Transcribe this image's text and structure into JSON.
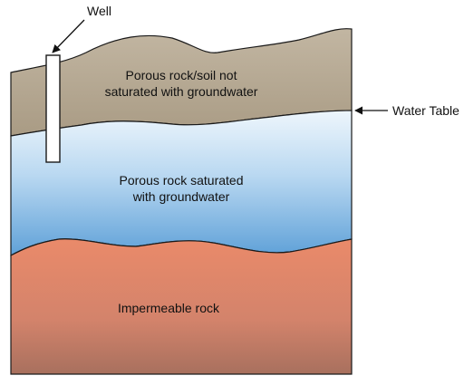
{
  "labels": {
    "well": "Well",
    "water_table": "Water Table",
    "unsaturated_line1": "Porous rock/soil not",
    "unsaturated_line2": "saturated with groundwater",
    "saturated_line1": "Porous rock saturated",
    "saturated_line2": "with groundwater",
    "impermeable": "Impermeable rock"
  },
  "colors": {
    "unsaturated_top": "#bfb3a0",
    "unsaturated_bottom": "#aea08a",
    "saturated_top": "#e6f2fb",
    "saturated_bottom": "#6aa8dc",
    "impermeable_top": "#e8896a",
    "impermeable_bottom": "#b07260",
    "well": "#ffffff",
    "outline": "#1a1a1a"
  },
  "icons": {
    "well_pointer": "arrow-icon",
    "water_table_pointer": "arrow-icon"
  }
}
